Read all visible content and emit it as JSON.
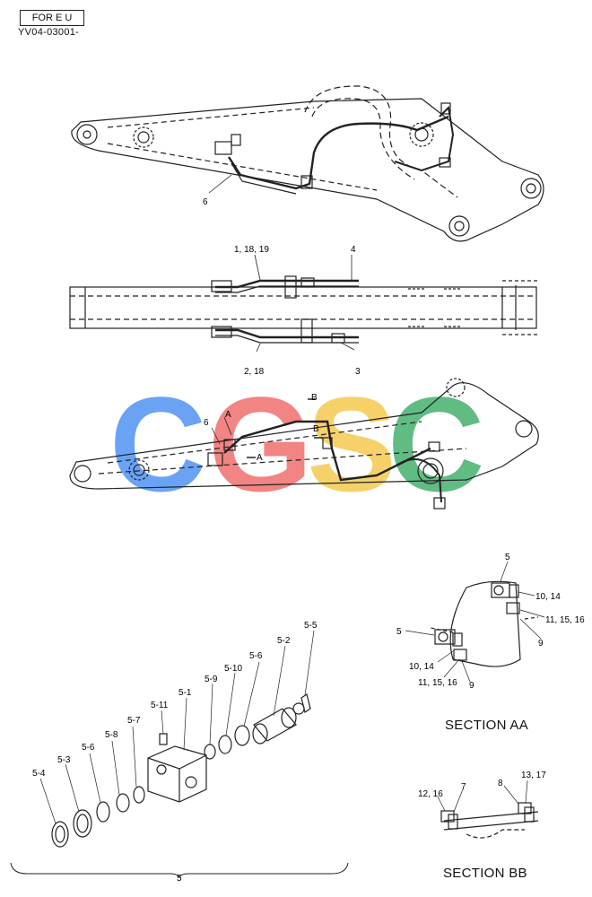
{
  "header": {
    "region": "FOR E U",
    "code": "YV04-03001-"
  },
  "watermark": {
    "text": "CGSC",
    "colors": [
      "#4a90f2",
      "#f06a6a",
      "#f5c84a",
      "#3fae6a"
    ]
  },
  "callouts": {
    "top_6": "6",
    "mid_1_18_19": "1, 18, 19",
    "mid_4": "4",
    "mid_2_18": "2, 18",
    "mid_3": "3",
    "low_6": "6",
    "low_A1": "A",
    "low_A2": "A",
    "low_B1": "B",
    "low_B2": "B",
    "p5_5": "5-5",
    "p5_2": "5-2",
    "p5_6a": "5-6",
    "p5_10": "5-10",
    "p5_9": "5-9",
    "p5_1": "5-1",
    "p5_11": "5-11",
    "p5_7": "5-7",
    "p5_8": "5-8",
    "p5_6b": "5-6",
    "p5_3": "5-3",
    "p5_4": "5-4",
    "p5_group": "5",
    "aa_5a": "5",
    "aa_10_14a": "10, 14",
    "aa_11_15_16a": "11, 15, 16",
    "aa_9a": "9",
    "aa_5b": "5",
    "aa_10_14b": "10, 14",
    "aa_11_15_16b": "11, 15, 16",
    "aa_9b": "9",
    "bb_13_17": "13, 17",
    "bb_8": "8",
    "bb_12_16": "12, 16",
    "bb_7": "7"
  },
  "sections": {
    "aa": "SECTION AA",
    "bb": "SECTION BB"
  }
}
